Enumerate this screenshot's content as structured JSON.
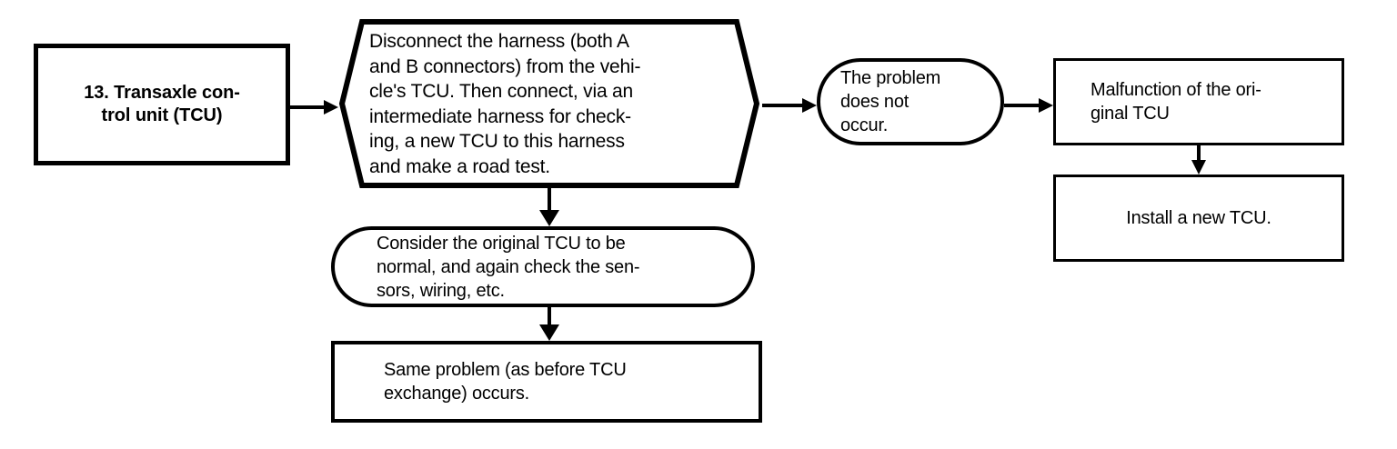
{
  "diagram": {
    "title": "Transaxle control unit (TCU) troubleshooting flowchart",
    "background_color": "#ffffff",
    "line_color": "#000000"
  },
  "nodes": {
    "start": {
      "label": "13.  Transaxle con-\ntrol unit (TCU)",
      "shape": "rectangle-heavy",
      "emphasis": "bold"
    },
    "action": {
      "label": "Disconnect the harness (both A\nand B connectors) from the vehi-\ncle's TCU. Then connect, via an\nintermediate harness for check-\ning, a new TCU to this harness\nand make a road test.",
      "shape": "chevron-banner"
    },
    "result": {
      "label": "The problem\ndoes not\noccur.",
      "shape": "stadium"
    },
    "malfunction": {
      "label": "Malfunction of the ori-\nginal TCU",
      "shape": "rectangle"
    },
    "install": {
      "label": "Install a new TCU.",
      "shape": "rectangle"
    },
    "consider": {
      "label": "Consider the original TCU to be\nnormal, and again check the sen-\nsors, wiring, etc.",
      "shape": "rounded-rectangle"
    },
    "same": {
      "label": "Same problem (as before TCU\nexchange) occurs.",
      "shape": "rectangle"
    }
  },
  "connectors": [
    {
      "name": "start-to-action",
      "from": "start",
      "to": "action",
      "direction": "right"
    },
    {
      "name": "action-to-result",
      "from": "action",
      "to": "result",
      "direction": "right"
    },
    {
      "name": "result-to-malfunction",
      "from": "result",
      "to": "malfunction",
      "direction": "right"
    },
    {
      "name": "malfunction-to-install",
      "from": "malfunction",
      "to": "install",
      "direction": "down"
    },
    {
      "name": "action-to-consider",
      "from": "action",
      "to": "consider",
      "direction": "down"
    },
    {
      "name": "consider-to-same",
      "from": "consider",
      "to": "same",
      "direction": "down"
    }
  ]
}
